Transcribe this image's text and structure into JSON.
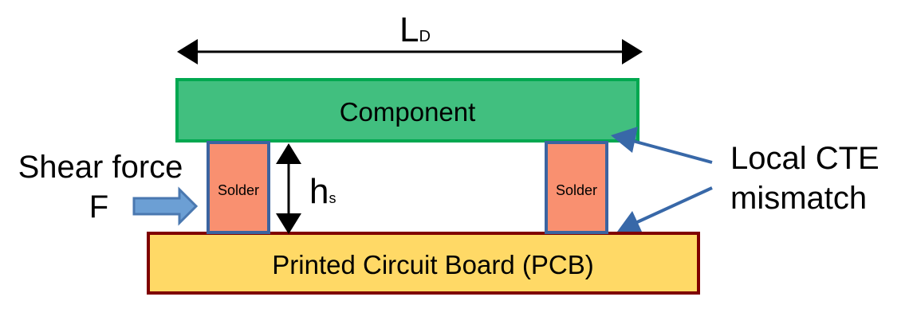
{
  "labels": {
    "length": "L",
    "length_sub": "D",
    "component": "Component",
    "pcb": "Printed Circuit Board (PCB)",
    "solder_left": "Solder",
    "solder_right": "Solder",
    "height": "h",
    "height_sub": "s",
    "shear_line1": "Shear force",
    "shear_line2": "F",
    "cte_line1": "Local CTE",
    "cte_line2": "mismatch"
  },
  "colors": {
    "component_fill": "#41bf7f",
    "component_stroke": "#00a850",
    "pcb_fill": "#ffd966",
    "pcb_stroke": "#7f0000",
    "solder_fill": "#f99070",
    "solder_stroke": "#3b64a0",
    "force_arrow_fill": "#6c9fd4",
    "force_arrow_stroke": "#4a78b0",
    "pointer_arrow": "#3868a8",
    "dimension": "#000000"
  }
}
